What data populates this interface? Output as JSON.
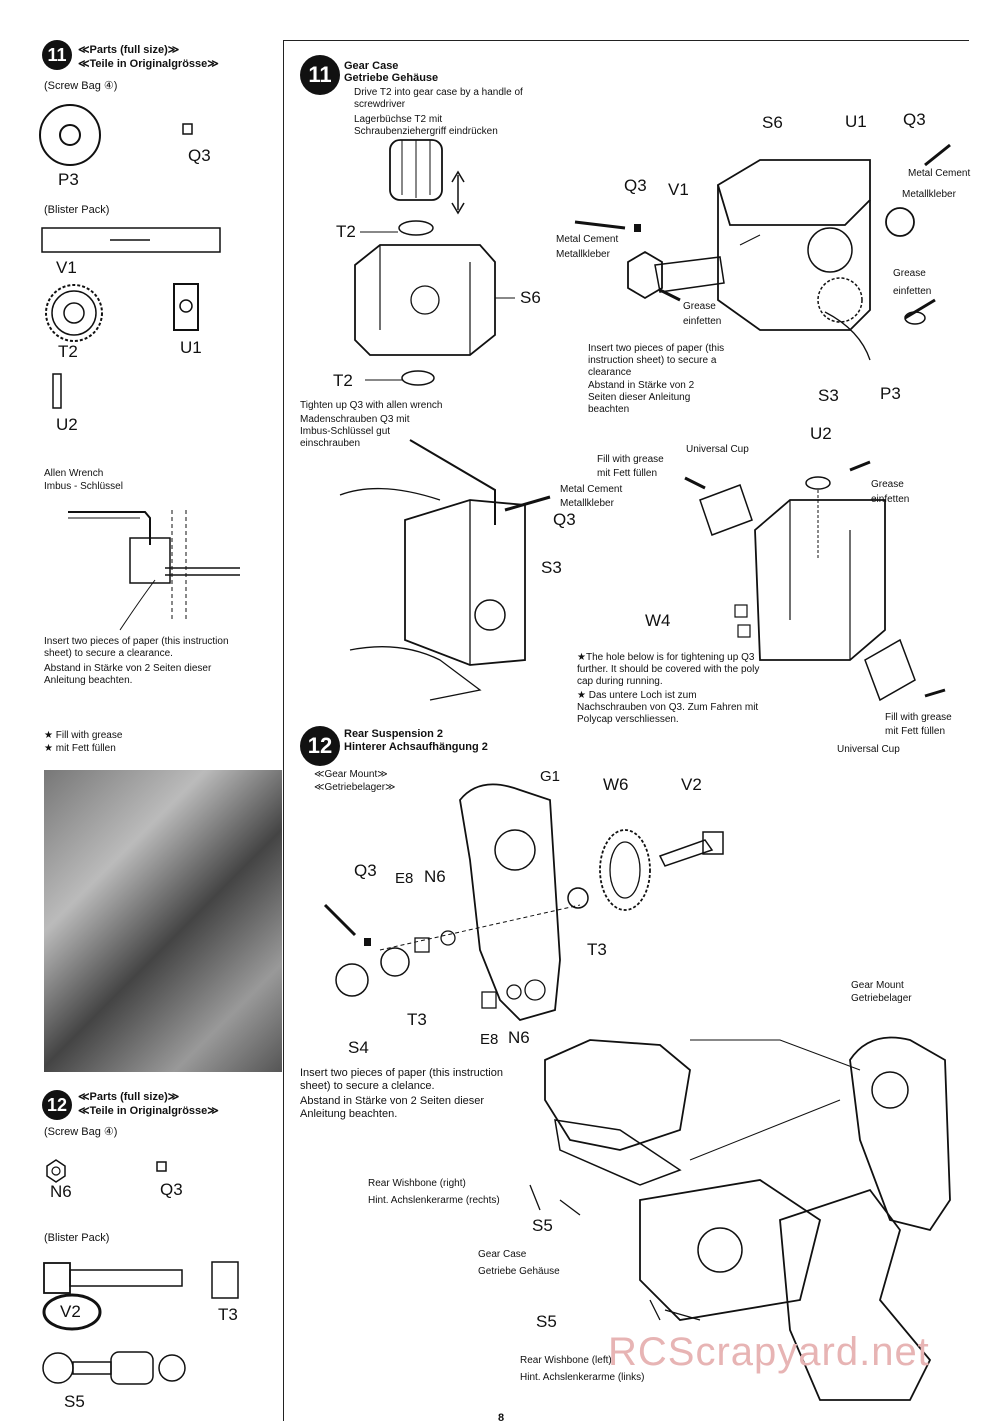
{
  "left": {
    "step11": {
      "number": "11",
      "title_en": "≪Parts (full size)≫",
      "title_de": "≪Teile in Originalgrösse≫",
      "screw_bag": "(Screw Bag ④)",
      "parts": [
        "P3",
        "Q3",
        "V1",
        "T2",
        "U1",
        "U2"
      ],
      "blister": "(Blister Pack)"
    },
    "allen": {
      "title_en": "Allen Wrench",
      "title_de": "Imbus - Schlüssel",
      "note_en": "Insert two pieces of paper (this instruction sheet) to secure a clearance.",
      "note_de": "Abstand in Stärke von 2 Seiten dieser Anleitung beachten."
    },
    "grease": {
      "en": "★ Fill with grease",
      "de": "★ mit Fett füllen"
    },
    "step12": {
      "number": "12",
      "title_en": "≪Parts (full size)≫",
      "title_de": "≪Teile in Originalgrösse≫",
      "screw_bag": "(Screw Bag ④)",
      "parts": [
        "N6",
        "Q3",
        "V2",
        "T3",
        "S5"
      ],
      "blister": "(Blister Pack)"
    }
  },
  "main": {
    "step11": {
      "number": "11",
      "title_en": "Gear Case",
      "title_de": "Getriebe Gehäuse",
      "drive_en": "Drive T2 into gear case by a handle of screwdriver",
      "drive_de": "Lagerbüchse T2 mit Schraubenziehergriff eindrücken",
      "tighten_en": "Tighten up Q3 with allen wrench",
      "tighten_de": "Madenschrauben Q3 mit Imbus-Schlüssel gut einschrauben",
      "metal_cement": "Metal Cement",
      "metallkleber": "Metallkleber",
      "grease": "Grease",
      "eintetten": "einfetten",
      "insert_en": "Insert two pieces of paper (this instruction sheet) to secure a clearance",
      "insert_de": "Abstand in Stärke von 2 Seiten dieser Anleitung beachten",
      "fill_en": "Fill with grease",
      "fill_de": "mit Fett füllen",
      "universal_cup": "Universal Cup",
      "hole_note_en": "★The hole below is for tightening up Q3 further. It should be covered with the poly cap during running.",
      "hole_note_de": "★ Das untere Loch ist zum Nachschrauben von Q3. Zum Fahren mit Polycap verschliessen.",
      "labels": {
        "T2a": "T2",
        "S6a": "S6",
        "T2b": "T2",
        "S6b": "S6",
        "U1": "U1",
        "Q3a": "Q3",
        "Q3b": "Q3",
        "V1": "V1",
        "S3a": "S3",
        "P3": "P3",
        "Q3c": "Q3",
        "S3b": "S3",
        "U2": "U2",
        "W4": "W4"
      }
    },
    "step12": {
      "number": "12",
      "title_en": "Rear Suspension 2",
      "title_de": "Hinterer Achsaufhängung 2",
      "gear_mount_en": "≪Gear Mount≫",
      "gear_mount_de": "≪Getriebelager≫",
      "insert_en": "Insert two pieces of paper (this instruction sheet) to secure a clelance.",
      "insert_de": "Abstand in Stärke von 2 Seiten dieser Anleitung beachten.",
      "gear_mount2_en": "Gear Mount",
      "gear_mount2_de": "Getriebelager",
      "wish_right_en": "Rear Wishbone (right)",
      "wish_right_de": "Hint. Achslenkerarme (rechts)",
      "gear_case_en": "Gear Case",
      "gear_case_de": "Getriebe Gehäuse",
      "wish_left_en": "Rear Wishbone (left)",
      "wish_left_de": "Hint. Achslenkerarme (links)",
      "labels": {
        "G1": "G1",
        "W6": "W6",
        "V2": "V2",
        "Q3": "Q3",
        "E8a": "E8",
        "N6a": "N6",
        "T3a": "T3",
        "T3b": "T3",
        "S4": "S4",
        "E8b": "E8",
        "N6b": "N6",
        "S5a": "S5",
        "S5b": "S5"
      }
    }
  },
  "page_number": "8",
  "watermark": "RCScrapyard.net"
}
